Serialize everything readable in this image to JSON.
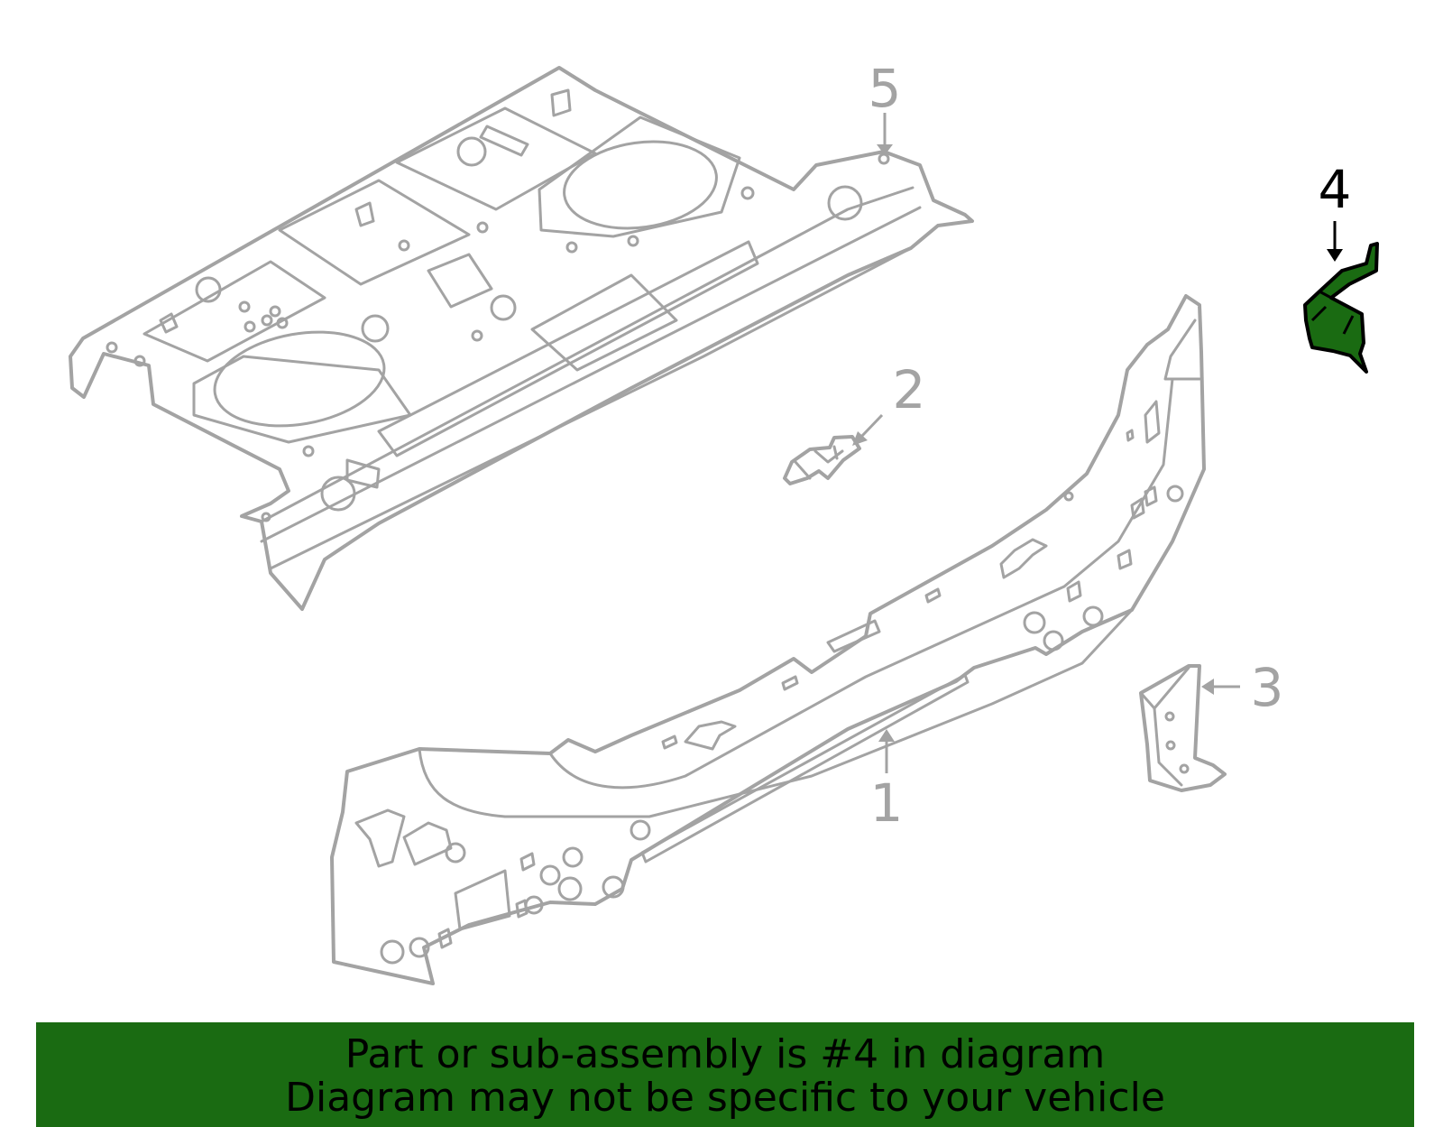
{
  "callouts": [
    {
      "number": "1",
      "color": "#a3a3a3"
    },
    {
      "number": "2",
      "color": "#a3a3a3"
    },
    {
      "number": "3",
      "color": "#a3a3a3"
    },
    {
      "number": "4",
      "color": "#000000",
      "highlighted": true
    },
    {
      "number": "5",
      "color": "#a3a3a3"
    }
  ],
  "highlight_color": "#1a6b12",
  "line_color": "#a3a3a3",
  "banner": {
    "line1": "Part or sub-assembly is #4 in diagram",
    "line2": "Diagram may not be specific to your vehicle",
    "background": "#1a6b12"
  }
}
